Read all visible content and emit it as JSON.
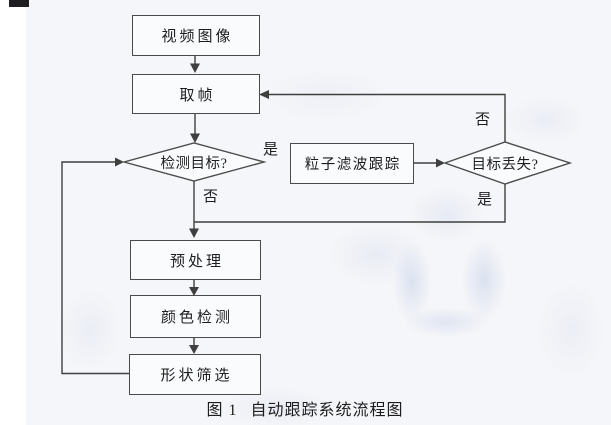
{
  "figure": {
    "caption": {
      "prefix": "图 1",
      "title": "自动跟踪系统流程图"
    },
    "nodes": {
      "video_image": {
        "label": "视频图像",
        "type": "process"
      },
      "grab_frame": {
        "label": "取帧",
        "type": "process"
      },
      "detect_target": {
        "label": "检测目标?",
        "type": "decision"
      },
      "particle_filter_tracking": {
        "label": "粒子滤波跟踪",
        "type": "process"
      },
      "target_lost": {
        "label": "目标丢失?",
        "type": "decision"
      },
      "preprocessing": {
        "label": "预处理",
        "type": "process"
      },
      "color_detection": {
        "label": "颜色检测",
        "type": "process"
      },
      "shape_filtering": {
        "label": "形状筛选",
        "type": "process"
      }
    },
    "branch_labels": {
      "detect_target_yes": "是",
      "detect_target_no": "否",
      "target_lost_no": "否",
      "target_lost_yes": "是"
    },
    "edges": [
      {
        "from": "视频图像",
        "to": "取帧",
        "label": ""
      },
      {
        "from": "取帧",
        "to": "检测目标?",
        "label": ""
      },
      {
        "from": "检测目标?",
        "to": "粒子滤波跟踪",
        "label": "是"
      },
      {
        "from": "检测目标?",
        "to": "预处理",
        "label": "否"
      },
      {
        "from": "粒子滤波跟踪",
        "to": "目标丢失?",
        "label": ""
      },
      {
        "from": "目标丢失?",
        "to": "取帧",
        "label": "否"
      },
      {
        "from": "目标丢失?",
        "to": "预处理",
        "label": "是"
      },
      {
        "from": "预处理",
        "to": "颜色检测",
        "label": ""
      },
      {
        "from": "颜色检测",
        "to": "形状筛选",
        "label": ""
      },
      {
        "from": "形状筛选",
        "to": "检测目标?",
        "label": ""
      }
    ],
    "colors": {
      "line": "#3f3f3f",
      "text": "#1d1d1d",
      "page_background": "#f5f6f9"
    }
  }
}
